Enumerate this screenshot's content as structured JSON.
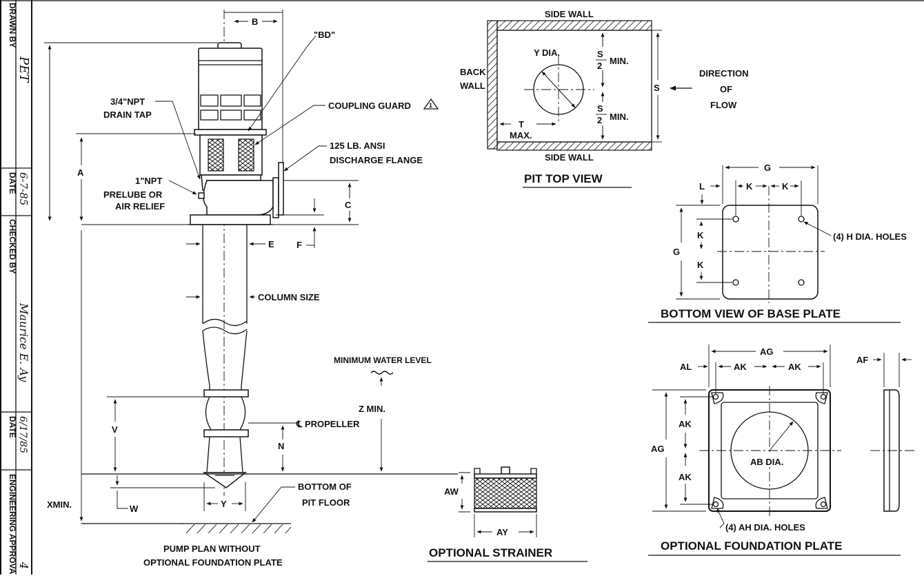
{
  "title_block": {
    "drawn_by_label": "DRAWN BY",
    "drawn_by_value": "PET",
    "date1_label": "DATE",
    "date1_value": "6-7-85",
    "checked_by_label": "CHECKED BY",
    "checked_by_value": "Maurice E. Ay",
    "date2_label": "DATE",
    "date2_value": "6/17/85",
    "engineering_label": "ENGINEERING APPROVAL"
  },
  "pump_view": {
    "dim_b": "B",
    "dim_bd": "\"BD\"",
    "drain_tap_line1": "3/4\"NPT",
    "drain_tap_line2": "DRAIN TAP",
    "coupling_guard": "COUPLING GUARD",
    "coupling_note_mark": "1",
    "discharge_line1": "125 LB. ANSI",
    "discharge_line2": "DISCHARGE FLANGE",
    "dim_a": "A",
    "prelube_line1": "1\"NPT",
    "prelube_line2": "PRELUBE OR",
    "prelube_line3": "AIR RELIEF",
    "dim_c": "C",
    "dim_f": "F",
    "dim_e": "E",
    "column_size": "COLUMN SIZE",
    "min_water_level": "MINIMUM WATER LEVEL",
    "dim_z": "Z MIN.",
    "dim_v": "V",
    "propeller": "℄ PROPELLER",
    "dim_n": "N",
    "bottom_pit_line1": "BOTTOM OF",
    "bottom_pit_line2": "PIT FLOOR",
    "dim_x": "XMIN.",
    "dim_w": "W",
    "dim_y": "Y",
    "caption_line1": "PUMP PLAN WITHOUT",
    "caption_line2": "OPTIONAL FOUNDATION PLATE"
  },
  "pit_top_view": {
    "side_wall_top": "SIDE WALL",
    "side_wall_bottom": "SIDE WALL",
    "back_wall_line1": "BACK",
    "back_wall_line2": "WALL",
    "y_dia": "Y DIA.",
    "s_half_num": "S",
    "s_half_den": "2",
    "min": "MIN.",
    "dim_s": "S",
    "dim_t": "T",
    "max": "MAX.",
    "flow_line1": "DIRECTION",
    "flow_line2": "OF",
    "flow_line3": "FLOW",
    "title": "PIT TOP VIEW"
  },
  "base_plate": {
    "dim_g": "G",
    "dim_l": "L",
    "dim_k": "K",
    "holes": "(4) H DIA. HOLES",
    "title": "BOTTOM VIEW OF BASE PLATE"
  },
  "strainer": {
    "dim_aw": "AW",
    "dim_ay": "AY",
    "title": "OPTIONAL STRAINER"
  },
  "foundation_plate": {
    "dim_ag": "AG",
    "dim_al": "AL",
    "dim_ak": "AK",
    "dim_af": "AF",
    "ab_dia": "AB DIA.",
    "holes": "(4) AH DIA. HOLES",
    "title": "OPTIONAL FOUNDATION PLATE"
  }
}
